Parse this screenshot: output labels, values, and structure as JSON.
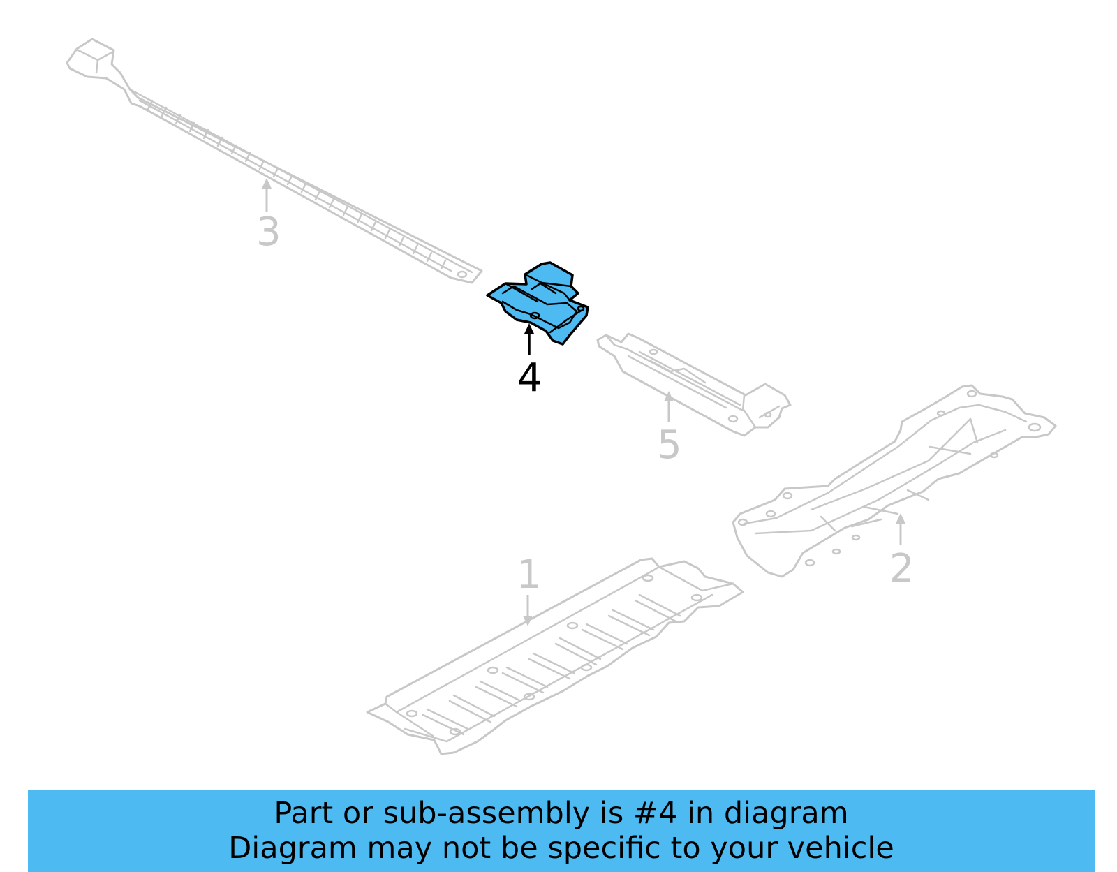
{
  "diagram": {
    "callouts": {
      "part1": "1",
      "part2": "2",
      "part3": "3",
      "part4": "4",
      "part5": "5"
    },
    "highlighted_part": "4",
    "colors": {
      "highlight_fill": "#4dbaf2",
      "muted_line": "#c8c8c8",
      "active_line": "#000000"
    }
  },
  "footer": {
    "line1": "Part or sub-assembly is #4 in diagram",
    "line2": "Diagram may not be specific to your vehicle"
  }
}
